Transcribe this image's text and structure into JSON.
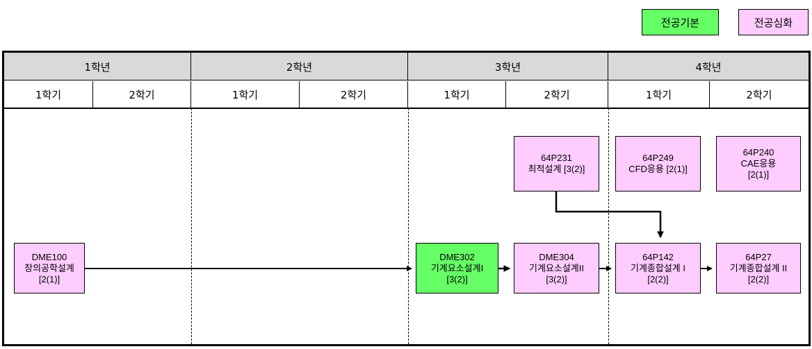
{
  "legend": [
    {
      "label": "전공기본",
      "color": "#66ff66"
    },
    {
      "label": "전공심화",
      "color": "#ffccff"
    }
  ],
  "years": [
    "1학년",
    "2학년",
    "3학년",
    "4학년"
  ],
  "semesters": [
    "1학기",
    "2학기",
    "1학기",
    "2학기",
    "1학기",
    "2학기",
    "1학기",
    "2학기"
  ],
  "courses": [
    {
      "code": "DME100",
      "name": "창의공학설계",
      "credit": "[2(1)]",
      "type": "basic-advanced"
    },
    {
      "code": "DME302",
      "name": "기계요소설계I",
      "credit": "[3(2)]",
      "type": "basic"
    },
    {
      "code": "DME304",
      "name": "기계요소설계II",
      "credit": "[3(2)]",
      "type": "advanced"
    },
    {
      "code": "64P142",
      "name": "기계종합설계 I",
      "credit": "[2(2)]",
      "type": "advanced"
    },
    {
      "code": "64P27",
      "name": "기계종합설계 II",
      "credit": "[2(2)]",
      "type": "advanced"
    },
    {
      "code": "64P231",
      "name": "최적설계 [3(2)]",
      "credit": "",
      "type": "advanced"
    },
    {
      "code": "64P249",
      "name": "CFD응용 [2(1)]",
      "credit": "",
      "type": "advanced"
    },
    {
      "code": "64P240",
      "name": "CAE응용",
      "credit": "[2(1)]",
      "type": "advanced"
    }
  ]
}
